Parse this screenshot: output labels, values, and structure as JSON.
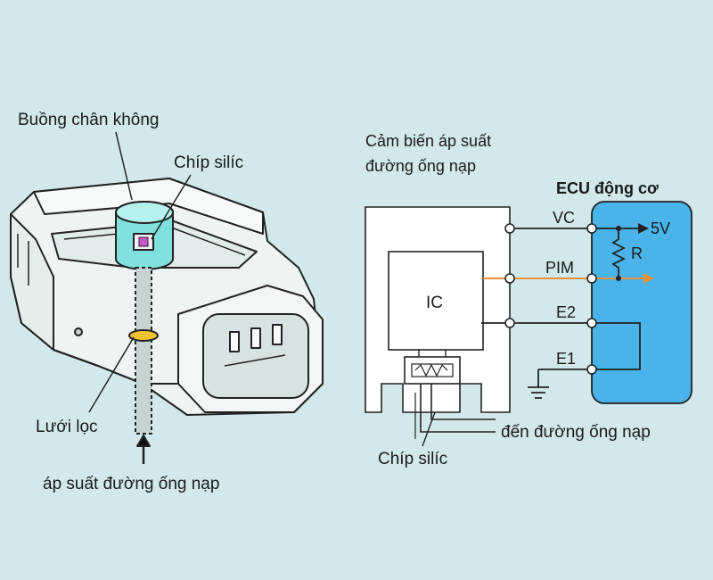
{
  "sensor_labels": {
    "vacuum_chamber": "Buồng chân không",
    "silicon_chip": "Chíp silíc",
    "filter": "Lưới lọc",
    "manifold_pressure": "áp suất đường ống nạp"
  },
  "circuit": {
    "sensor_title_line1": "Cảm biến áp suất",
    "sensor_title_line2": "đường ống nạp",
    "ecu_title": "ECU động cơ",
    "ic_label": "IC",
    "chip_label": "Chíp silíc",
    "to_manifold": "đến đường ống nạp",
    "pins": [
      "VC",
      "PIM",
      "E2",
      "E1"
    ],
    "voltage": "5V",
    "resistor": "R"
  },
  "colors": {
    "background": "#d3e8ec",
    "ecu_fill": "#4ab4ea",
    "signal_line": "#e8913a",
    "chamber_fill": "#7fe0dc",
    "filter_ring": "#f2c230"
  }
}
